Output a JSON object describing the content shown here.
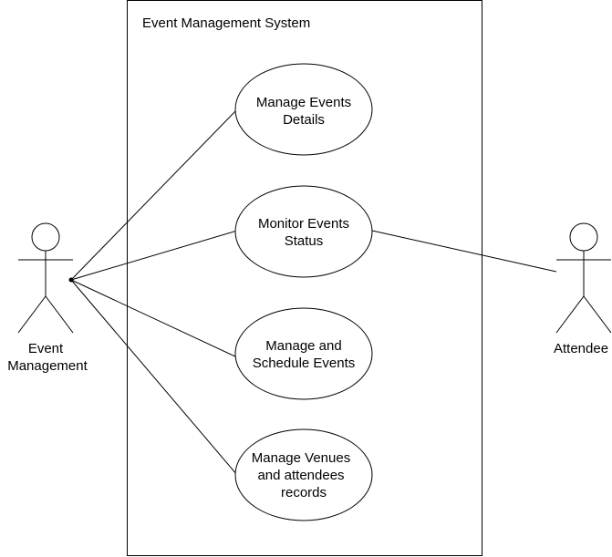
{
  "system": {
    "title": "Event Management System"
  },
  "actors": {
    "left": {
      "label_line1": "Event",
      "label_line2": "Management"
    },
    "right": {
      "label": "Attendee"
    }
  },
  "use_cases": [
    {
      "line1": "Manage Events",
      "line2": "Details"
    },
    {
      "line1": "Monitor Events",
      "line2": "Status"
    },
    {
      "line1": "Manage and",
      "line2": "Schedule Events"
    },
    {
      "line1": "Manage Venues",
      "line2": "and attendees",
      "line3": "records"
    }
  ],
  "colors": {
    "stroke": "#000000",
    "fill": "#ffffff"
  }
}
